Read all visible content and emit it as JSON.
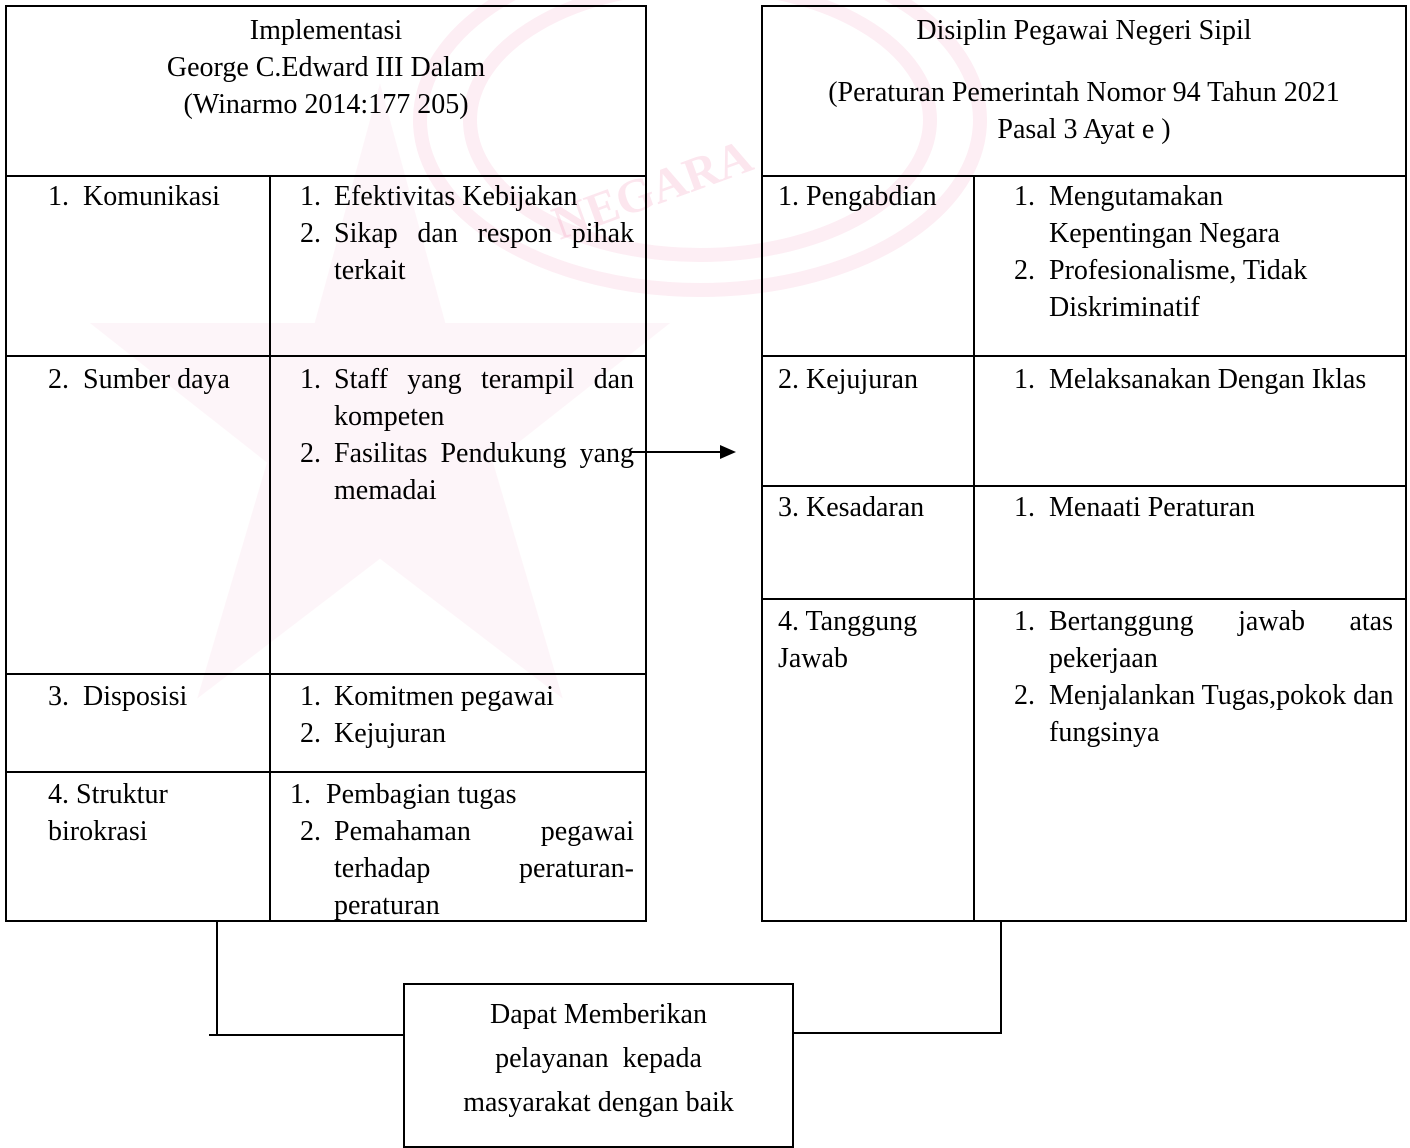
{
  "left_table": {
    "header": [
      "Implementasi",
      "George C.Edward III Dalam",
      "(Winarmo 2014:177 205)"
    ],
    "rows": [
      {
        "dimension": "1.  Komunikasi",
        "indicators": [
          {
            "num": "1.",
            "text": "Efektivitas Kebijakan"
          },
          {
            "num": "2.",
            "text": "Sikap dan respon pihak terkait"
          }
        ]
      },
      {
        "dimension": "2.  Sumber daya",
        "indicators": [
          {
            "num": "1.",
            "text": "Staff yang terampil dan kompeten"
          },
          {
            "num": "2.",
            "text": "Fasilitas Pendukung yang memadai"
          }
        ]
      },
      {
        "dimension": "3.  Disposisi",
        "indicators": [
          {
            "num": "1.",
            "text": "Komitmen pegawai"
          },
          {
            "num": "2.",
            "text": "Kejujuran"
          }
        ]
      },
      {
        "dimension": "4. Struktur birokrasi",
        "indicators": [
          {
            "num": "1.",
            "text": "Pembagian tugas"
          },
          {
            "num": "2.",
            "text": "Pemahaman pegawai terhadap peraturan-peraturan"
          }
        ]
      }
    ]
  },
  "right_table": {
    "header": [
      "Disiplin Pegawai Negeri Sipil",
      "(Peraturan Pemerintah Nomor 94 Tahun 2021",
      "Pasal 3 Ayat e )"
    ],
    "rows": [
      {
        "dimension": "1. Pengabdian",
        "indicators": [
          {
            "num": "1.",
            "text": "Mengutamakan Kepentingan Negara"
          },
          {
            "num": "2.",
            "text": "Profesionalisme, Tidak Diskriminatif"
          }
        ]
      },
      {
        "dimension": "2. Kejujuran",
        "indicators": [
          {
            "num": "1.",
            "text": "Melaksanakan Dengan Iklas"
          }
        ]
      },
      {
        "dimension": "3. Kesadaran",
        "indicators": [
          {
            "num": "1.",
            "text": "Menaati Peraturan"
          }
        ]
      },
      {
        "dimension": "4. Tanggung Jawab",
        "indicators": [
          {
            "num": "1.",
            "text": "Bertanggung jawab atas pekerjaan"
          },
          {
            "num": "2.",
            "text": "Menjalankan Tugas,pokok dan fungsinya"
          }
        ]
      }
    ]
  },
  "result_box": {
    "lines": [
      "Dapat Memberikan",
      "pelayanan  kepada",
      "masyarakat dengan baik"
    ]
  },
  "colors": {
    "line": "#000000",
    "watermark": "#e94f8a"
  }
}
